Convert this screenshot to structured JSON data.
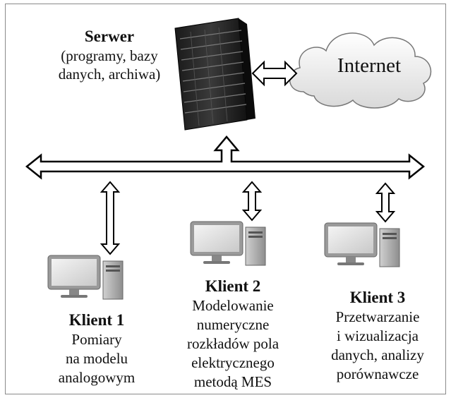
{
  "server": {
    "title": "Serwer",
    "description": "(programy, bazy\ndanych, archiwa)"
  },
  "internet": {
    "label": "Internet"
  },
  "clients": [
    {
      "title": "Klient 1",
      "description": "Pomiary\nna modelu\nanalogowym"
    },
    {
      "title": "Klient 2",
      "description": "Modelowanie\nnumeryczne\nrozkładów pola\nelektrycznego\nmetodą MES"
    },
    {
      "title": "Klient 3",
      "description": "Przetwarzanie\ni wizualizacja\ndanych, analizy\nporównawcze"
    }
  ]
}
